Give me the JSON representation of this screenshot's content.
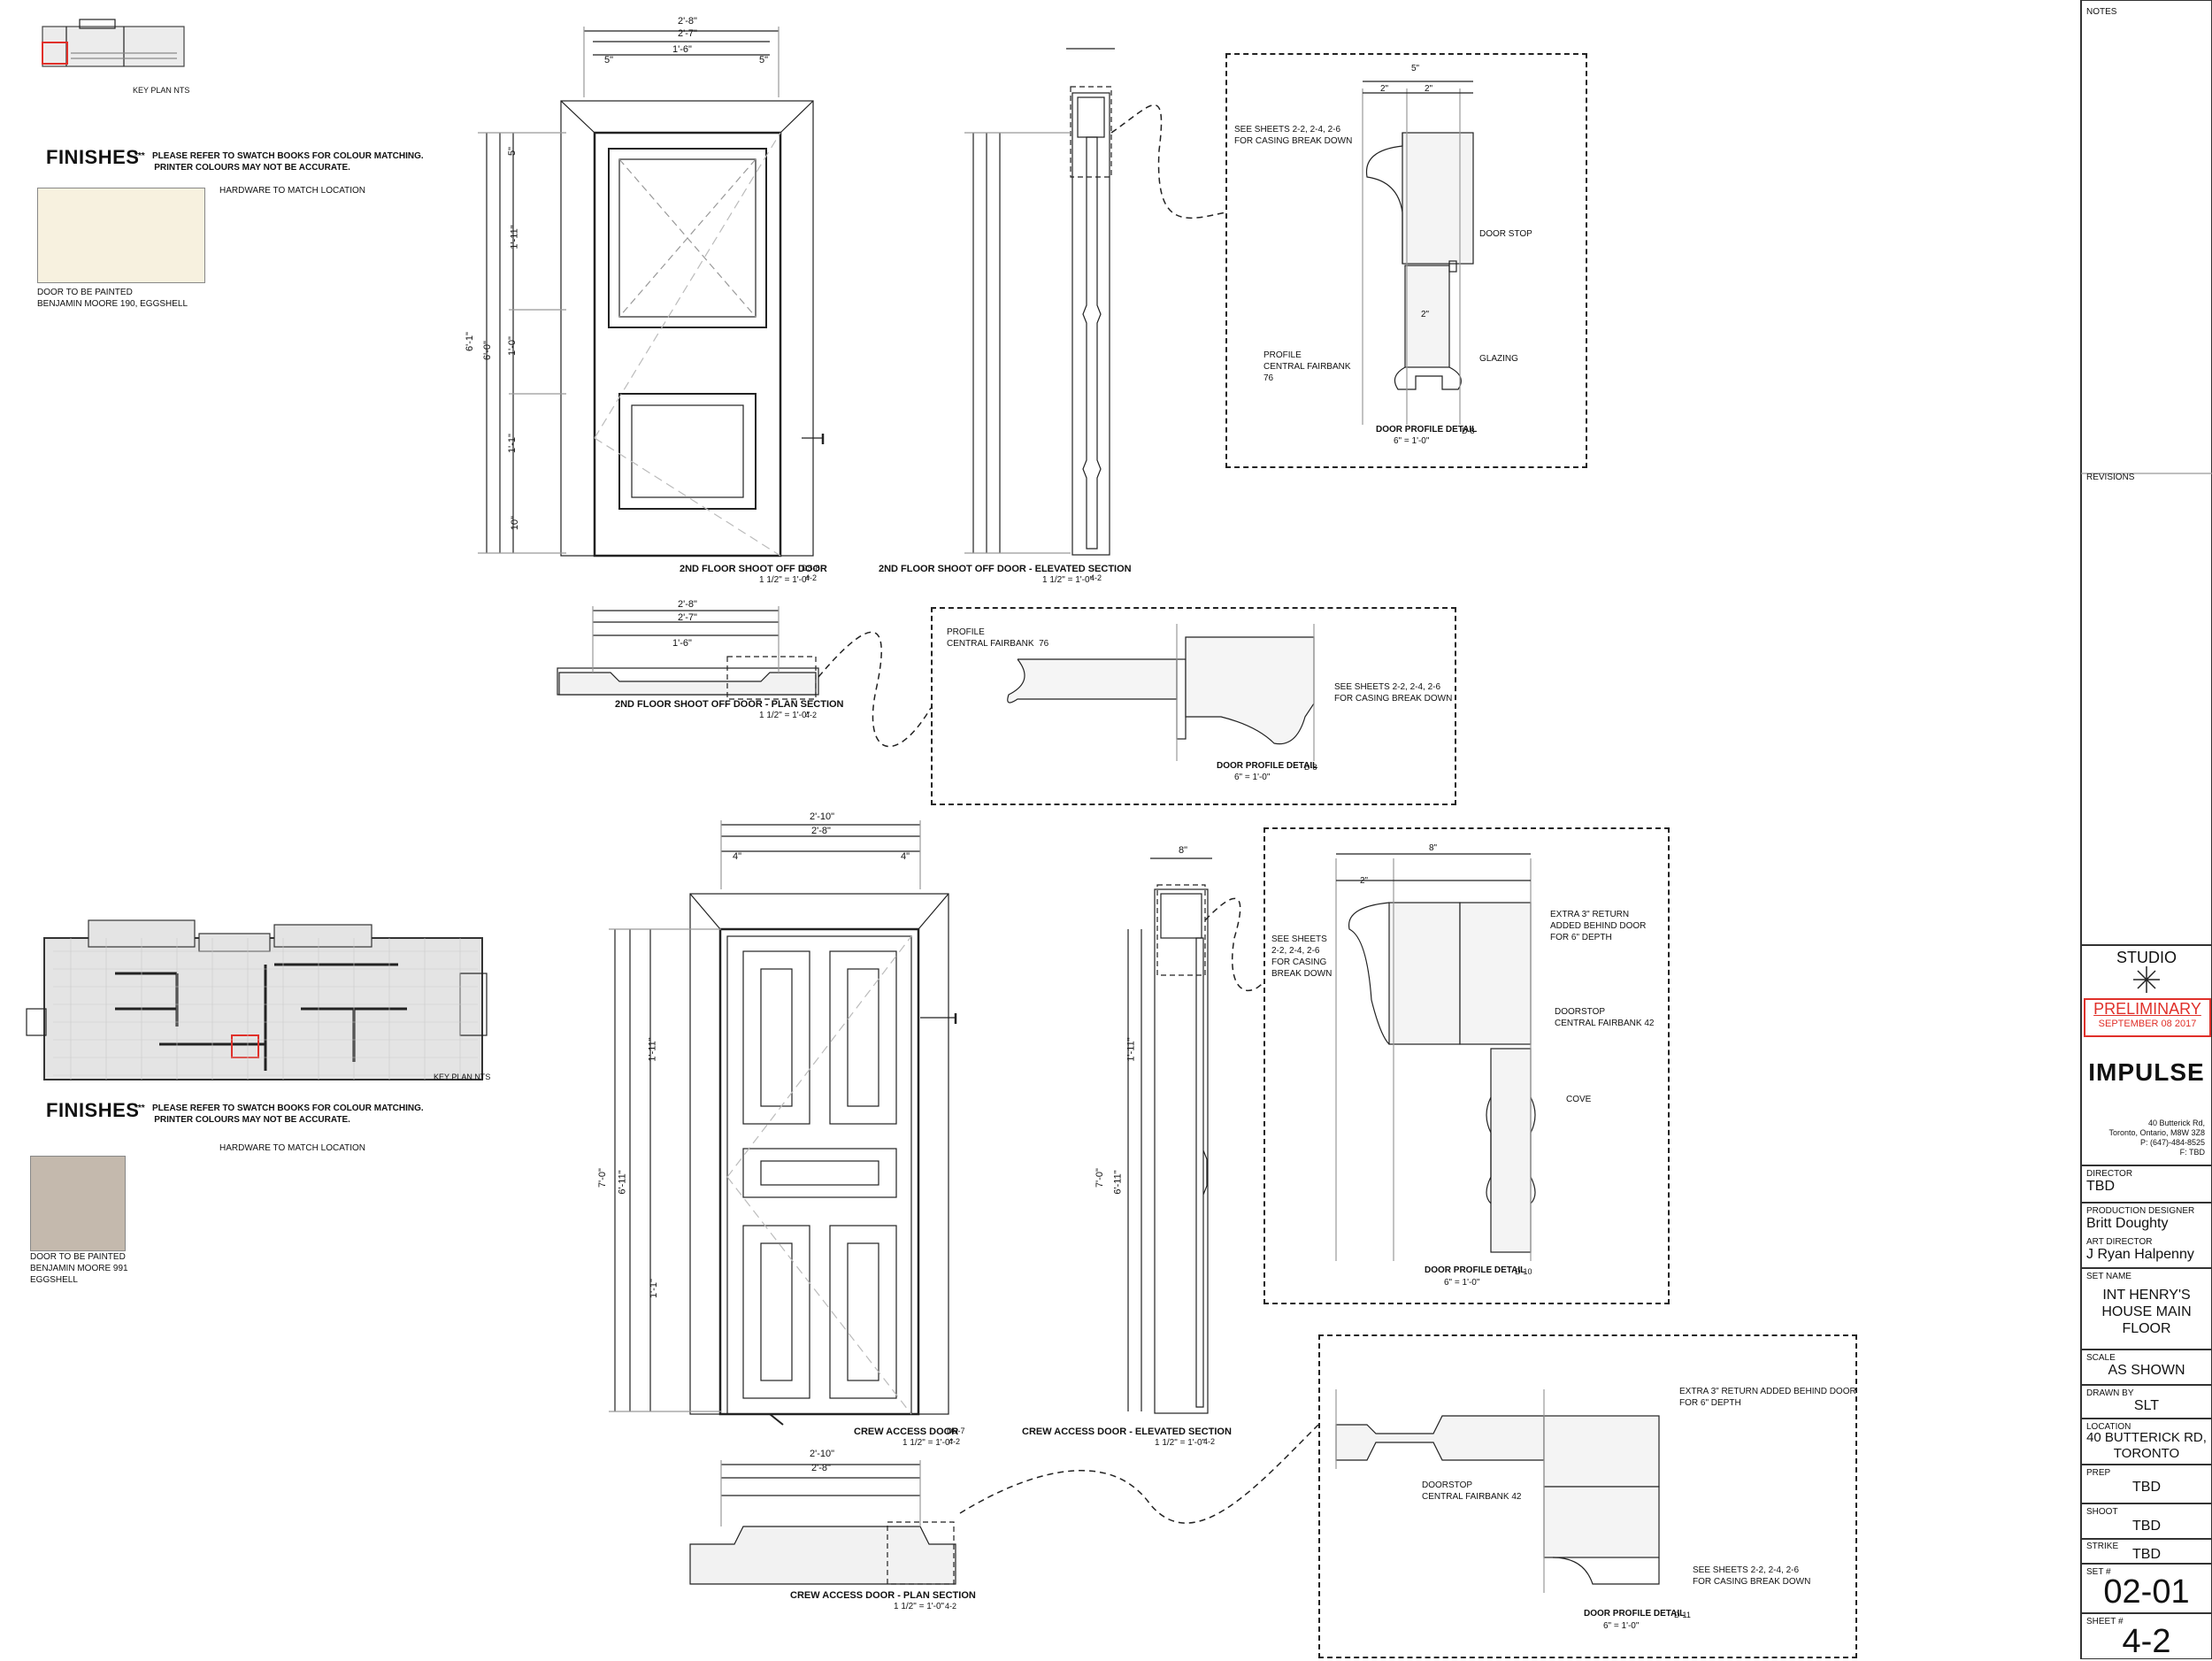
{
  "sheet_top": {
    "keyplan_label": "KEY PLAN NTS",
    "finishes_title": "FINISHES",
    "finishes_note": "***   PLEASE REFER TO SWATCH BOOKS FOR COLOUR MATCHING.\n        PRINTER COLOURS MAY NOT BE ACCURATE.",
    "hardware_note": "HARDWARE TO MATCH LOCATION",
    "paint_note": "DOOR TO BE PAINTED\nBENJAMIN MOORE 190, EGGSHELL",
    "swatch_color": "#f7f1df",
    "elevation_title": "2ND FLOOR SHOOT OFF DOOR",
    "elevation_scale": "1 1/2\" = 1'-0\"",
    "elevation_tag": "DS-8",
    "section_title": "2ND FLOOR SHOOT OFF DOOR - ELEVATED SECTION",
    "section_scale": "1 1/2\" = 1'-0\"",
    "plan_title": "2ND FLOOR SHOOT OFF DOOR - PLAN SECTION",
    "plan_scale": "1 1/2\" = 1'-0\"",
    "sheet_ref": "4-2",
    "dims": {
      "overall_width": "2'-8\"",
      "inner_width": "2'-7\"",
      "panel_width": "1'-6\"",
      "casing": "5\"",
      "height_total": "6'-1\"",
      "height_inner": "6'-0\"",
      "rail_1": "5\"",
      "panel_1": "1'-11\"",
      "rail_2": "1'-0\"",
      "panel_2": "1'-1\"",
      "rail_3": "10\""
    },
    "detail1": {
      "title": "DOOR PROFILE DETAIL",
      "tag": "D-8",
      "scale": "6\" = 1'-0\"",
      "note_casing": "SEE SHEETS 2-2, 2-4, 2-6\nFOR CASING BREAK DOWN",
      "note_stop": "DOOR STOP",
      "note_profile": "PROFILE\nCENTRAL FAIRBANK\n76",
      "note_glazing": "GLAZING",
      "dim_top": "5\"",
      "dim_a": "2\"",
      "dim_b": "2\"",
      "dim_mid": "2\""
    },
    "detail2": {
      "title": "DOOR PROFILE DETAIL",
      "tag": "D-8",
      "scale": "6\" = 1'-0\"",
      "note_profile": "PROFILE\nCENTRAL FAIRBANK  76",
      "note_casing": "SEE SHEETS 2-2, 2-4, 2-6\nFOR CASING BREAK DOWN"
    }
  },
  "sheet_bottom": {
    "keyplan_label": "KEY PLAN NTS",
    "finishes_title": "FINISHES",
    "finishes_note": "***   PLEASE REFER TO SWATCH BOOKS FOR COLOUR MATCHING.\n        PRINTER COLOURS MAY NOT BE ACCURATE.",
    "hardware_note": "HARDWARE TO MATCH LOCATION",
    "paint_note": "DOOR TO BE PAINTED\nBENJAMIN MOORE 991\nEGGSHELL",
    "swatch_color": "#c4b9ad",
    "elevation_title": "CREW ACCESS DOOR",
    "elevation_scale": "1 1/2\" = 1'-0\"",
    "elevation_tag": "DS-7",
    "section_title": "CREW ACCESS DOOR - ELEVATED SECTION",
    "section_scale": "1 1/2\" = 1'-0\"",
    "plan_title": "CREW ACCESS DOOR - PLAN SECTION",
    "plan_scale": "1 1/2\" = 1'-0\"",
    "sheet_ref": "4-2",
    "dims": {
      "overall_width": "2'-10\"",
      "inner_width": "2'-8\"",
      "casing": "4\"",
      "height_total": "7'-0\"",
      "height_inner": "6'-11\"",
      "panel_1": "1'-11\"",
      "panel_2": "1'-1\"",
      "section_top": "8\""
    },
    "detail1": {
      "title": "DOOR PROFILE DETAIL",
      "tag": "D-10",
      "scale": "6\" = 1'-0\"",
      "note_casing": "SEE SHEETS\n2-2, 2-4, 2-6\nFOR CASING\nBREAK DOWN",
      "note_return": "EXTRA 3\" RETURN\nADDED BEHIND DOOR\nFOR 6\" DEPTH",
      "note_stop": "DOORSTOP\nCENTRAL FAIRBANK 42",
      "note_cove": "COVE",
      "dim_top": "8\"",
      "dim_a": "2\""
    },
    "detail2": {
      "title": "DOOR PROFILE DETAIL",
      "tag": "D-11",
      "scale": "6\" = 1'-0\"",
      "note_return": "EXTRA 3\" RETURN ADDED BEHIND DOOR\nFOR 6\" DEPTH",
      "note_stop": "DOORSTOP\nCENTRAL FAIRBANK 42",
      "note_casing": "SEE SHEETS 2-2, 2-4, 2-6\nFOR CASING BREAK DOWN"
    }
  },
  "title_block": {
    "notes_label": "NOTES",
    "revisions_label": "REVISIONS",
    "studio": "STUDIO",
    "status": "PRELIMINARY",
    "status_date": "SEPTEMBER 08 2017",
    "status_color": "#e0302a",
    "logo_text": "IMPULSE",
    "address": "40 Butterick Rd,\nToronto, Ontario, M8W 3Z8\nP: (647)-484-8525\nF: TBD",
    "director_label": "DIRECTOR",
    "director": "TBD",
    "designer_label": "PRODUCTION DESIGNER",
    "designer": "Britt Doughty",
    "art_director_label": "ART DIRECTOR",
    "art_director": "J Ryan Halpenny",
    "set_name_label": "SET NAME",
    "set_name": "INT HENRY'S\nHOUSE MAIN\nFLOOR",
    "scale_label": "SCALE",
    "scale": "AS SHOWN",
    "drawn_label": "DRAWN BY",
    "drawn": "SLT",
    "location_label": "LOCATION",
    "location": "40 BUTTERICK RD,\nTORONTO",
    "prep_label": "PREP",
    "prep": "TBD",
    "shoot_label": "SHOOT",
    "shoot": "TBD",
    "strike_label": "STRIKE",
    "strike": "TBD",
    "set_no_label": "SET #",
    "set_no": "02-01",
    "sheet_no_label": "SHEET #",
    "sheet_no": "4-2"
  }
}
